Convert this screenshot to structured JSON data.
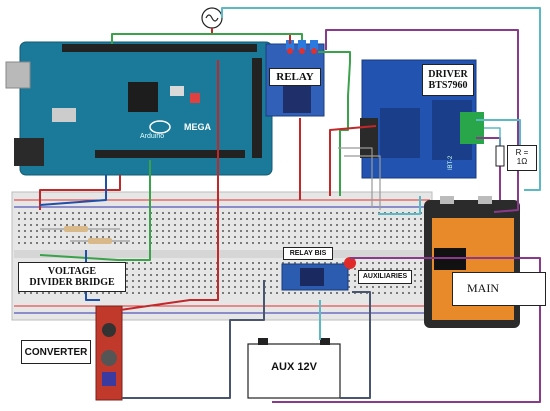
{
  "labels": {
    "relay": "RELAY",
    "driver_line1": "DRIVER",
    "driver_line2": "BTS7960",
    "resistor_line1": "R =",
    "resistor_line2": "1Ω",
    "voltage_divider_line1": "VOLTAGE",
    "voltage_divider_line2": "DIVIDER BRIDGE",
    "relay_bis": "RELAY BIS",
    "auxiliaries": "AUXILIARIES",
    "main": "MAIN",
    "converter": "CONVERTER",
    "aux_battery": "AUX 12V",
    "arduino_logo": "Arduino",
    "arduino_model": "MEGA",
    "driver_board_text": "IBT-2"
  },
  "icons": {
    "ac_source": "ac-source-icon"
  },
  "colors": {
    "arduino_board": "#1b7a9a",
    "driver_board": "#2253b0",
    "relay_module": "#3060b8",
    "battery_body": "#e8892a",
    "breadboard": "#e4e4e4",
    "wire_red": "#c0282a",
    "wire_green": "#3aa24a",
    "wire_cyan": "#5bb8c4",
    "wire_purple": "#8a3a8a",
    "wire_blue": "#1f4fa8",
    "wire_gray": "#4a5670"
  }
}
